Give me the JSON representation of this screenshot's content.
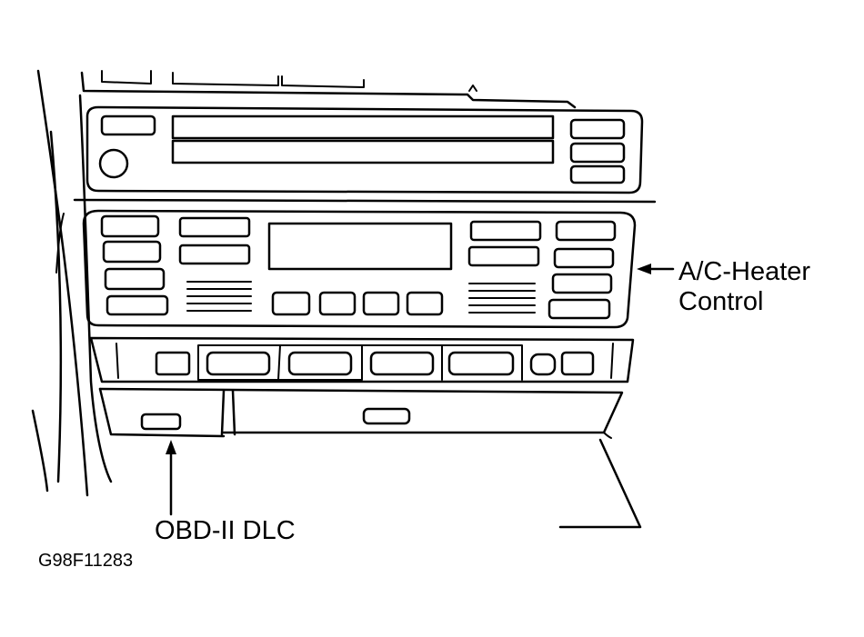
{
  "labels": {
    "ac_heater_control_line1": "A/C-Heater",
    "ac_heater_control_line2": "Control",
    "obd_dlc": "OBD-II DLC"
  },
  "figure_code": "G98F11283",
  "colors": {
    "ink": "#000000",
    "background": "#ffffff"
  }
}
